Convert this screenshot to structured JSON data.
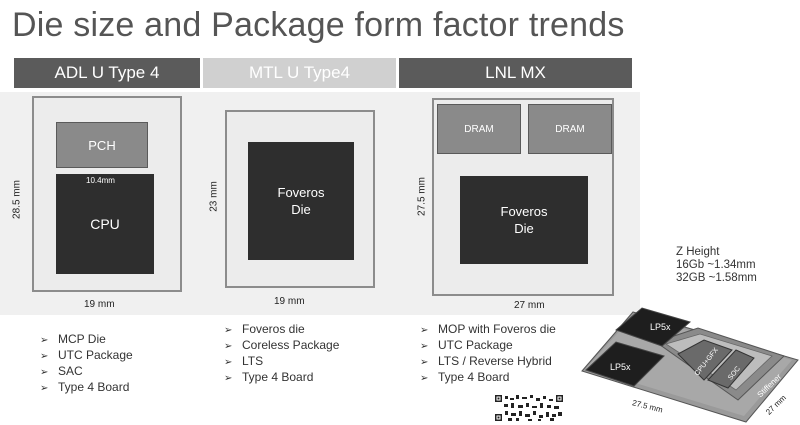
{
  "title": "Die size and Package form factor trends",
  "headers": [
    "ADL U Type 4",
    "MTL U Type4",
    "LNL MX"
  ],
  "adl": {
    "pch": "PCH",
    "cpu": "CPU",
    "cpu_dim": "10.4mm",
    "height": "28.5 mm",
    "width": "19 mm",
    "bullets": [
      "MCP Die",
      "UTC Package",
      "SAC",
      "Type 4 Board"
    ]
  },
  "mtl": {
    "die_line1": "Foveros",
    "die_line2": "Die",
    "height": "23 mm",
    "width": "19 mm",
    "bullets": [
      "Foveros die",
      "Coreless Package",
      "LTS",
      "Type 4 Board"
    ]
  },
  "lnl": {
    "dram1": "DRAM",
    "dram2": "DRAM",
    "die_line1": "Foveros",
    "die_line2": "Die",
    "height": "27.5 mm",
    "width": "27 mm",
    "bullets": [
      "MOP with Foveros die",
      "UTC Package",
      "LTS / Reverse Hybrid",
      "Type 4 Board"
    ]
  },
  "z_height": {
    "title": "Z Height",
    "line1": "16Gb ~1.34mm",
    "line2": "32GB ~1.58mm"
  },
  "render3d": {
    "lp5x_a": "LP5x",
    "lp5x_b": "LP5x",
    "cpu_gfx": "CPU+GFX",
    "soc": "SOC",
    "stiffener": "Stiffener",
    "dim_a": "27.5 mm",
    "dim_b": "27 mm"
  },
  "colors": {
    "header_adl": "#5b5b5b",
    "header_mtl": "#d0d0d0",
    "header_lnl": "#5b5b5b"
  }
}
